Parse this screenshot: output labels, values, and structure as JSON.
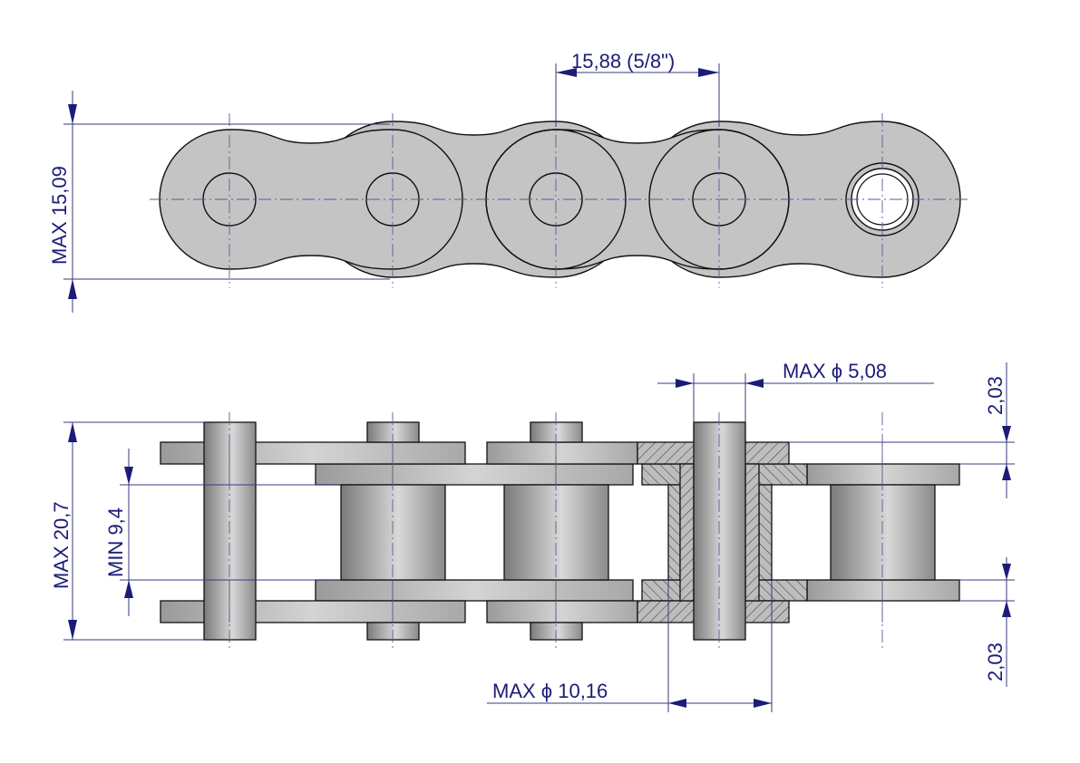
{
  "title": "Roller chain 10B-1 dimensional drawing",
  "colors": {
    "dimension": "#1c1c78",
    "part_fill": "#c4c4c4",
    "outline": "#111111"
  },
  "dimensions": {
    "pitch": "15,88  (5/8\")",
    "plate_height": "MAX 15,09",
    "pin_diameter": "MAX ϕ  5,08",
    "plate_thickness_top": "2,03",
    "plate_thickness_bottom": "2,03",
    "overall_width": "MAX  20,7",
    "inner_width": "MIN  9,4",
    "roller_diameter": "MAX ϕ  10,16"
  }
}
